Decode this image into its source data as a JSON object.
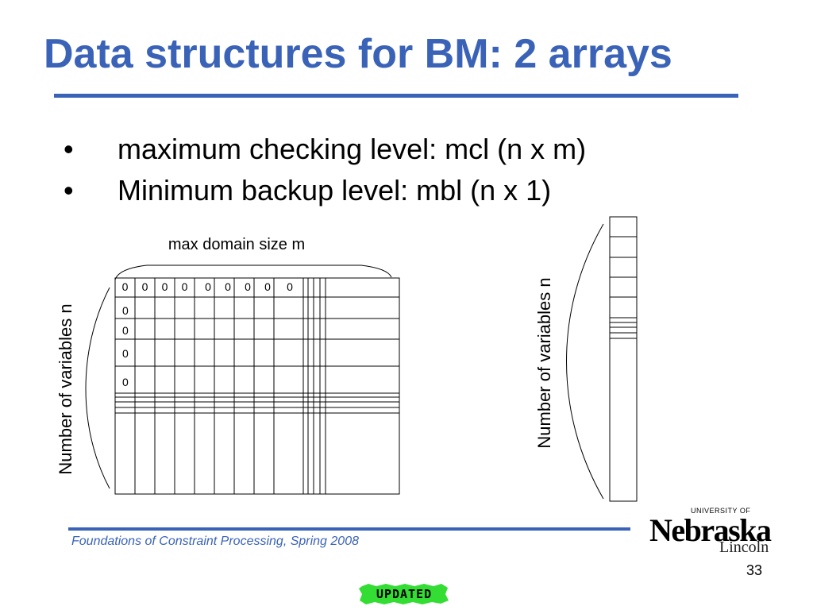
{
  "slide": {
    "title": "Data structures for BM: 2 arrays",
    "bullets": [
      {
        "marker": "•",
        "text": "maximum checking level: mcl (n x m)"
      },
      {
        "marker": "•",
        "text": "Minimum backup level: mbl (n x 1)"
      }
    ]
  },
  "diagram": {
    "top_label": "max domain size m",
    "left_label": "Number of variables n",
    "right_label": "Number of variables n",
    "first_row_values": [
      "0",
      "0",
      "0",
      "0",
      "0",
      "0",
      "0",
      "0",
      "0"
    ],
    "first_col_values": [
      "0",
      "0",
      "0",
      "0"
    ]
  },
  "footer": {
    "course": "Foundations of Constraint Processing, Spring 2008",
    "page_number": "33",
    "logo_university": "UNIVERSITY OF",
    "logo_name": "Nebraska",
    "logo_city": "Lincoln",
    "badge": "UPDATED"
  },
  "colors": {
    "accent": "#3a63b8",
    "badge": "#33dd33"
  }
}
